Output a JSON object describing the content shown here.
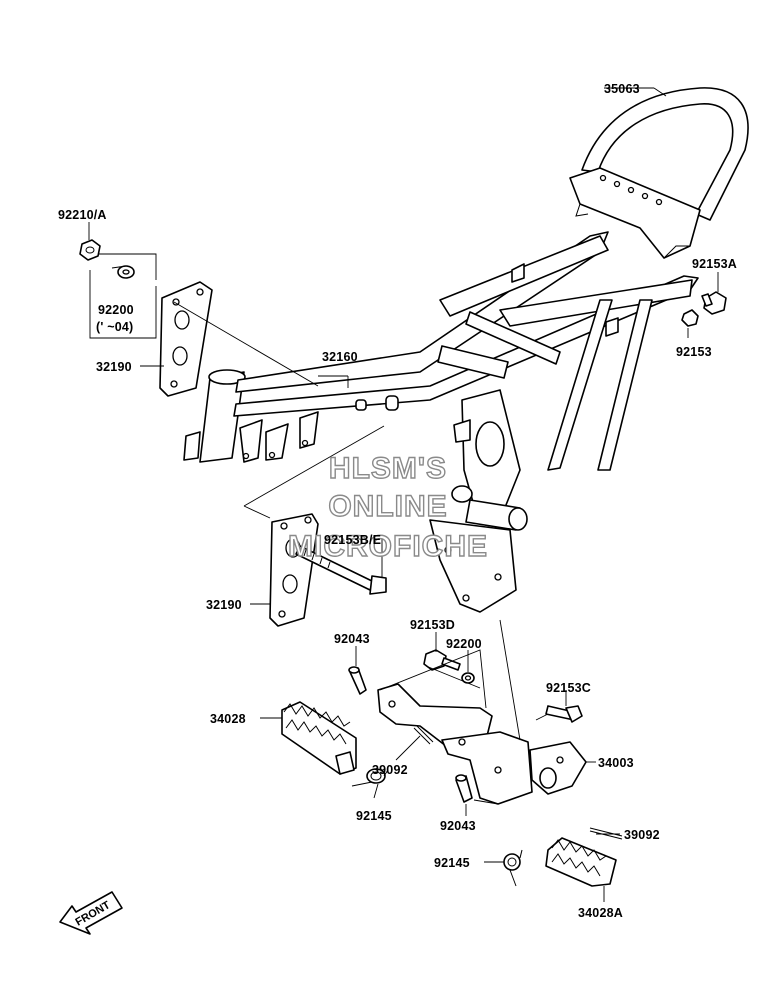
{
  "labels": {
    "p35063": "35063",
    "p92210A": "92210/A",
    "p92200a": "92200",
    "p92200a_note": "(' ~04)",
    "p32160": "32160",
    "p32190a": "32190",
    "p92153A": "92153A",
    "p92153": "92153",
    "p92153BE": "92153B/E",
    "p32190b": "32190",
    "p92043a": "92043",
    "p92153D": "92153D",
    "p92200b": "92200",
    "p92153C": "92153C",
    "p34028": "34028",
    "p34003": "34003",
    "p39092a": "39092",
    "p92145a": "92145",
    "p92043b": "92043",
    "p39092b": "39092",
    "p92145b": "92145",
    "p34028A": "34028A"
  },
  "watermark": [
    "HLSM'S",
    "ONLINE",
    "MICROFICHE"
  ],
  "front_arrow": "FRONT"
}
